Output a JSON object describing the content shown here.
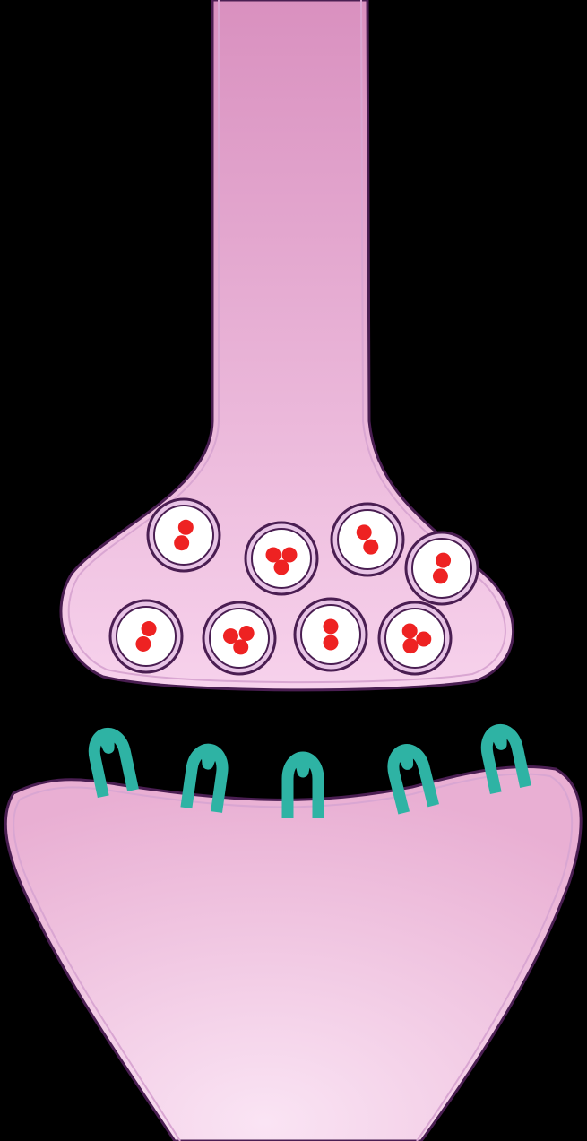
{
  "colors": {
    "background": "#000000",
    "cell_fill_light": "#f7d0ec",
    "cell_fill_dark": "#dea0cb",
    "membrane_outer": "#4a1e52",
    "membrane_inner": "#d9a6d2",
    "vesicle_fill": "#ffffff",
    "vesicle_ring": "#e8c4e6",
    "vesicle_outline": "#4a1e52",
    "neurotransmitter": "#ee2222",
    "receptor": "#2eb3a4"
  },
  "diagram": {
    "subject": "chemical-synapse",
    "presynaptic_terminal": {
      "vesicle_count": 8,
      "vesicles": [
        {
          "molecules": 2
        },
        {
          "molecules": 3
        },
        {
          "molecules": 2
        },
        {
          "molecules": 2
        },
        {
          "molecules": 2
        },
        {
          "molecules": 3
        },
        {
          "molecules": 2
        },
        {
          "molecules": 3
        }
      ]
    },
    "postsynaptic_membrane": {
      "receptor_count": 5,
      "receptor_icon": "u-shaped-receptor"
    }
  }
}
